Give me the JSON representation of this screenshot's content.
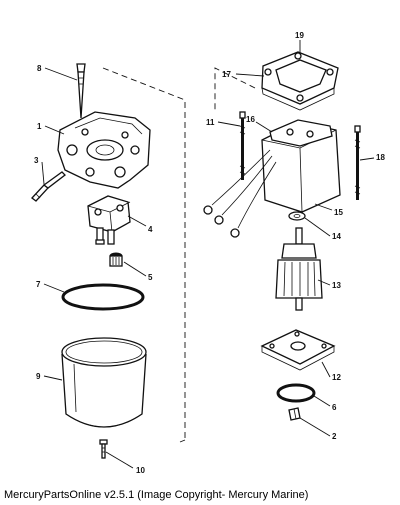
{
  "caption": "MercuryPartsOnline v2.5.1 (Image Copyright- Mercury Marine)",
  "callouts": {
    "c1": "1",
    "c2": "2",
    "c3": "3",
    "c4": "4",
    "c5": "5",
    "c6": "6",
    "c7": "7",
    "c8": "8",
    "c9": "9",
    "c10": "10",
    "c11": "11",
    "c12": "12",
    "c13": "13",
    "c14": "14",
    "c15": "15",
    "c16": "16",
    "c17": "17",
    "c18": "18",
    "c19": "19"
  }
}
